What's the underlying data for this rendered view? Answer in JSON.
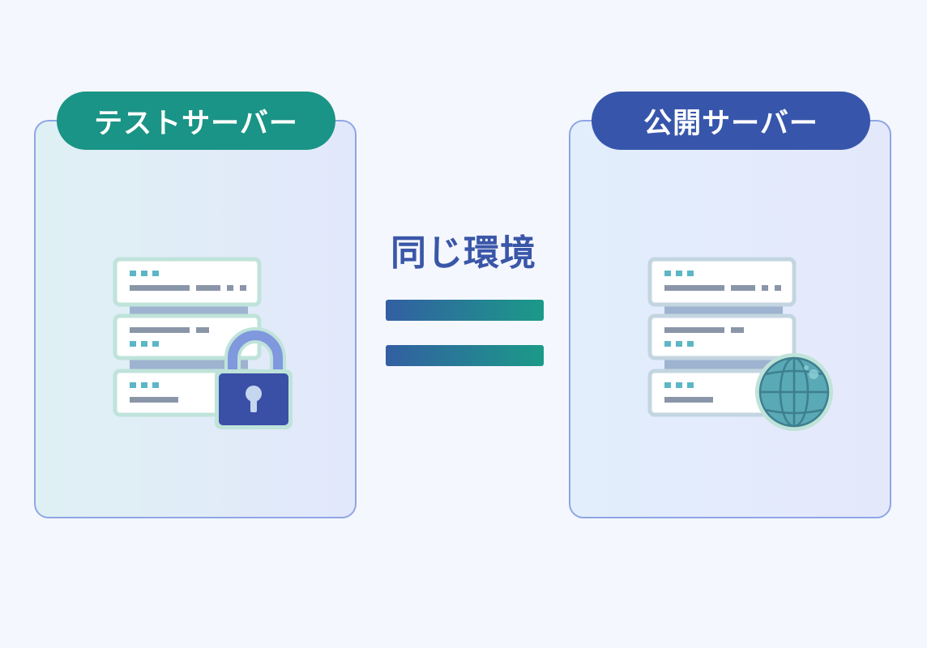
{
  "left_panel": {
    "title": "テストサーバー",
    "server_icon": "server-rack-icon",
    "badge_icon": "padlock-icon"
  },
  "right_panel": {
    "title": "公開サーバー",
    "server_icon": "server-rack-icon",
    "badge_icon": "globe-icon"
  },
  "center": {
    "label": "同じ環境",
    "symbol": "equals-sign-icon"
  },
  "colors": {
    "test_accent": "#1a9486",
    "public_accent": "#3756ab",
    "panel_border": "#8fa6e4",
    "background": "#f4f7fd"
  }
}
